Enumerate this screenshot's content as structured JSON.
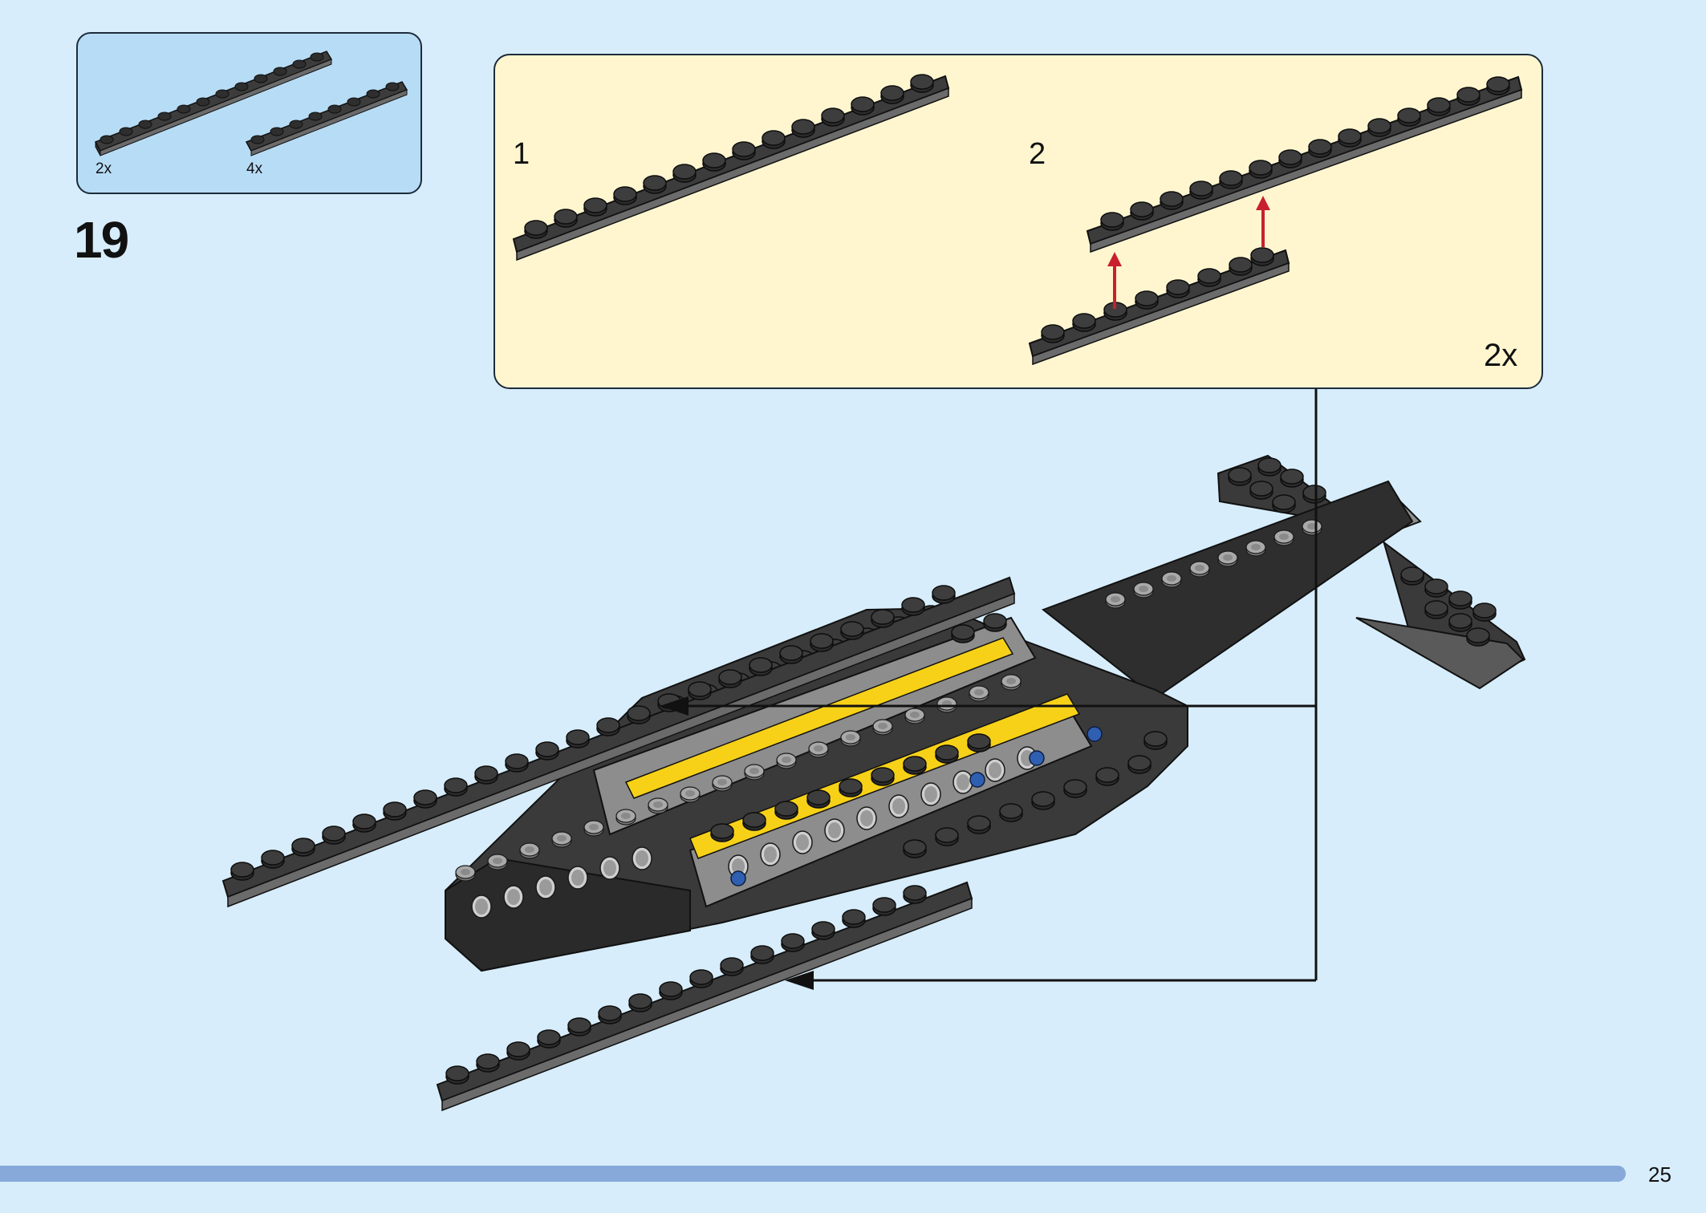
{
  "parts_callout": {
    "items": [
      {
        "quantity": "2x",
        "icon": "long-dark-grey-plate-icon"
      },
      {
        "quantity": "4x",
        "icon": "dark-grey-plate-icon"
      }
    ]
  },
  "step": {
    "number": "19"
  },
  "subassembly": {
    "substeps": [
      {
        "label": "1"
      },
      {
        "label": "2"
      }
    ],
    "multiplier": "2x"
  },
  "colors": {
    "page_background": "#d7edfb",
    "parts_box": "#b7dcf6",
    "subassembly_box": "#fff6d0",
    "progress_bar": "#86a9da",
    "plate_grey": "#4a4a4a",
    "accent_yellow": "#f7d117",
    "arrow_red": "#c8202c"
  },
  "footer": {
    "page_number": "25"
  }
}
